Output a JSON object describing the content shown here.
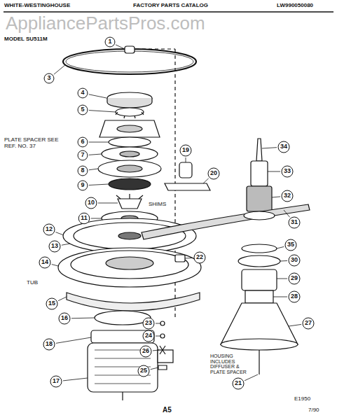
{
  "diagram": {
    "labels": [
      "WHITE-WESTINGHOUSE",
      "FACTORY PARTS CATALOG",
      "LW990050080",
      "AppliancePartsPros.com",
      "MODEL SU511M",
      "PLATE SPACER SEE REF. NO. 37",
      "SHIMS",
      "TUB",
      "HOUSING INCLUDES DIFFUSER & PLATE SPACER",
      "E1950",
      "A5",
      "7/90",
      "1",
      "3",
      "4",
      "5",
      "6",
      "7",
      "8",
      "9",
      "10",
      "11",
      "12",
      "13",
      "14",
      "15",
      "16",
      "18",
      "17",
      "19",
      "20",
      "34",
      "33",
      "32",
      "31",
      "35",
      "30",
      "22",
      "29",
      "28",
      "27",
      "21",
      "23",
      "24",
      "26",
      "25"
    ]
  }
}
